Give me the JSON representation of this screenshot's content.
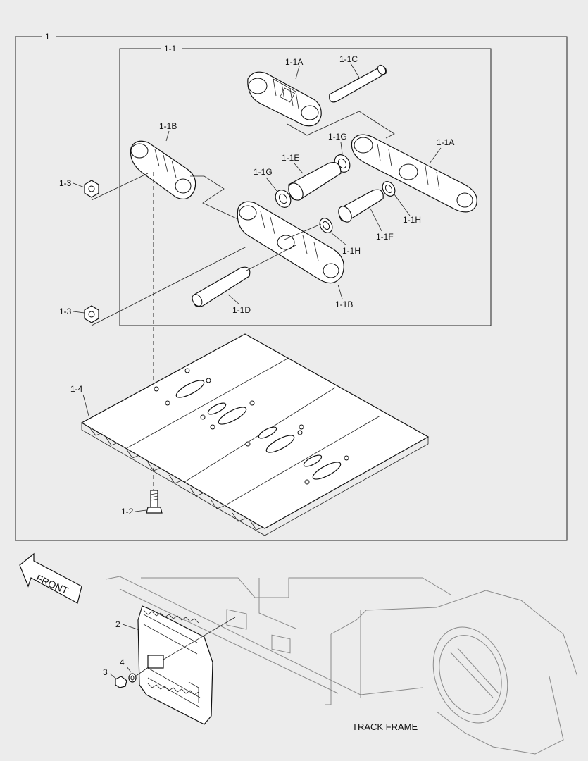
{
  "labels": {
    "assy": "1",
    "link_assy": "1-1",
    "link_a_top": "1-1A",
    "link_a_right": "1-1A",
    "pin_c": "1-1C",
    "link_b_left": "1-1B",
    "link_b_bottom": "1-1B",
    "seal_g_upper": "1-1G",
    "seal_g_left": "1-1G",
    "bushing_e": "1-1E",
    "bushing_f": "1-1F",
    "seal_h_right": "1-1H",
    "seal_h_left": "1-1H",
    "pin_d": "1-1D",
    "nut_upper": "1-3",
    "nut_lower": "1-3",
    "shoe": "1-4",
    "bolt": "1-2",
    "guard": "2",
    "bolt_3": "3",
    "washer_4": "4",
    "front": "FRONT",
    "track_frame": "TRACK FRAME"
  }
}
